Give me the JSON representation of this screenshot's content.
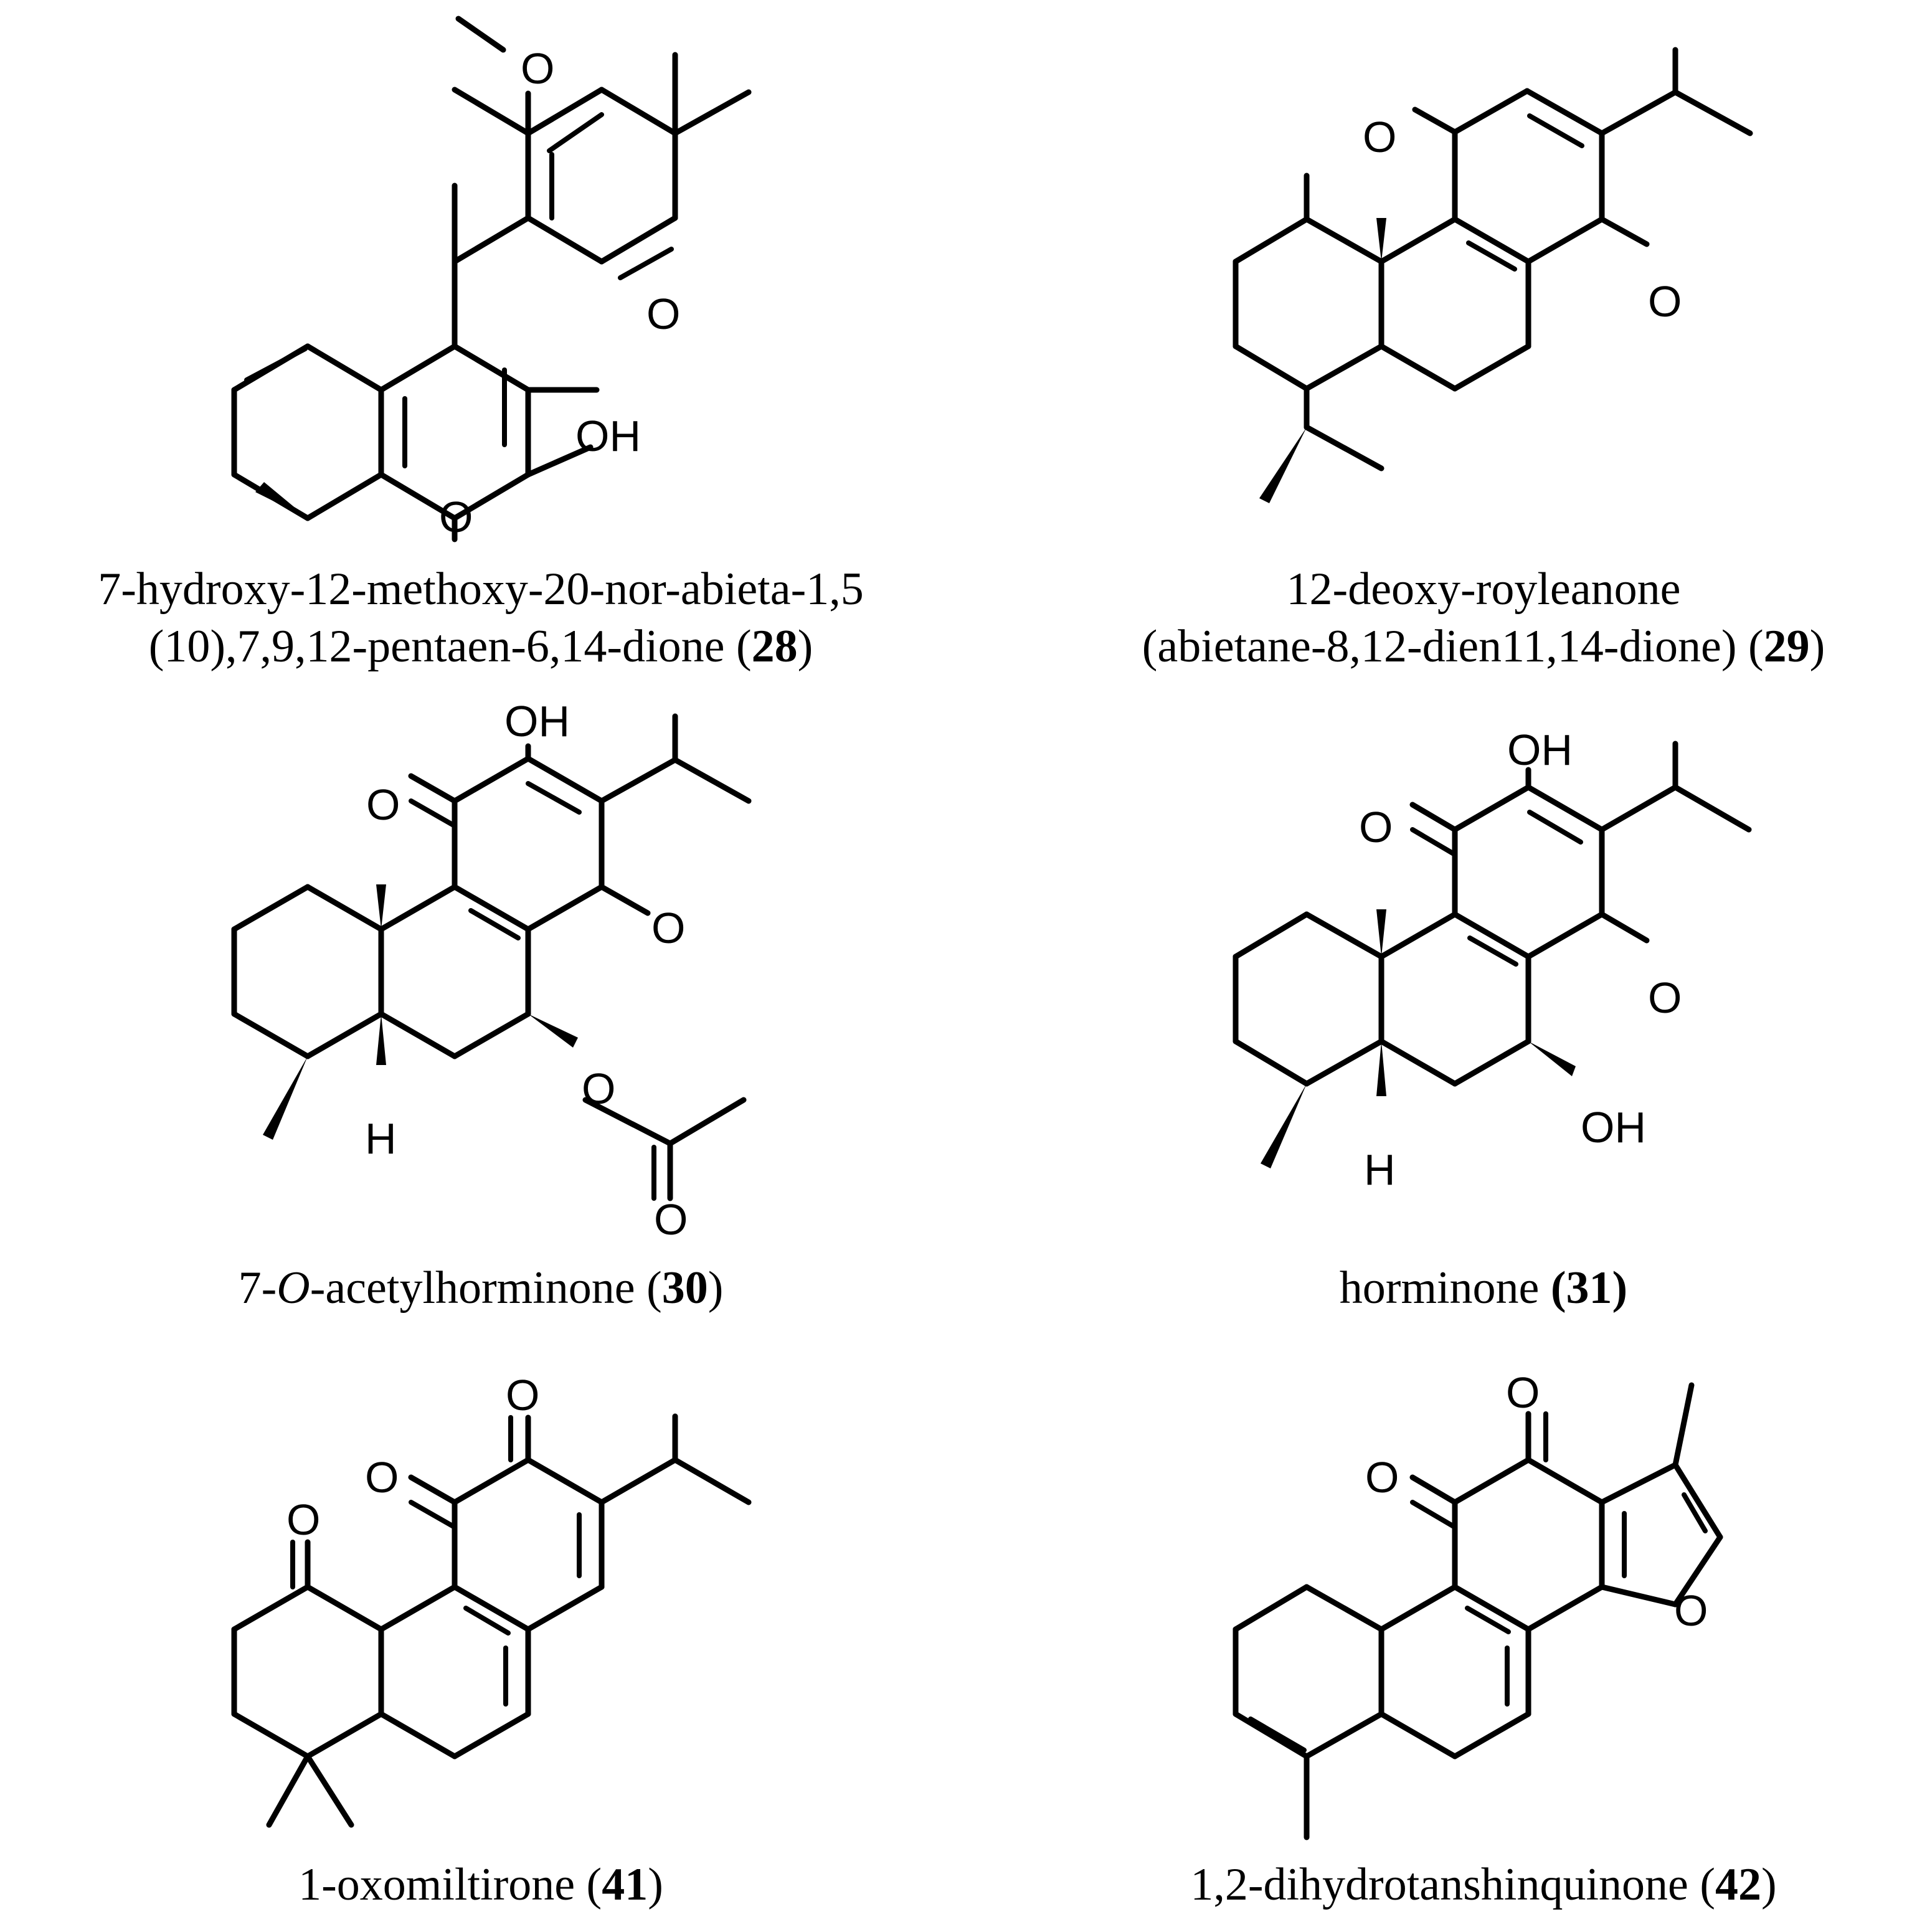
{
  "compounds": [
    {
      "line1": "7-hydroxy-12-methoxy-20-nor-abieta-1,5",
      "line2_pre": "(10),7,9,12-pentaen-6,14-dione (",
      "number": "28",
      "line2_post": ")",
      "atoms": [
        "O",
        "O",
        "O",
        "OH"
      ]
    },
    {
      "line1": "12-deoxy-royleanone",
      "line2_pre": "(abietane-8,12-dien11,14-dione) (",
      "number": "29",
      "line2_post": ")",
      "atoms": [
        "O",
        "O"
      ]
    },
    {
      "pre": "7-",
      "italic": "O",
      "mid": "-acetylhorminone (",
      "number": "30",
      "post": ")",
      "atoms": [
        "OH",
        "O",
        "O",
        "O",
        "O",
        "H"
      ]
    },
    {
      "pre": "horminone ",
      "number": "(31)",
      "atoms": [
        "OH",
        "O",
        "O",
        "OH",
        "H"
      ]
    },
    {
      "pre": "1-oxomiltirone (",
      "number": "41",
      "post": ")",
      "atoms": [
        "O",
        "O",
        "O"
      ]
    },
    {
      "pre": "1,2-dihydrotanshinquinone (",
      "number": "42",
      "post": ")",
      "atoms": [
        "O",
        "O",
        "O"
      ]
    }
  ]
}
